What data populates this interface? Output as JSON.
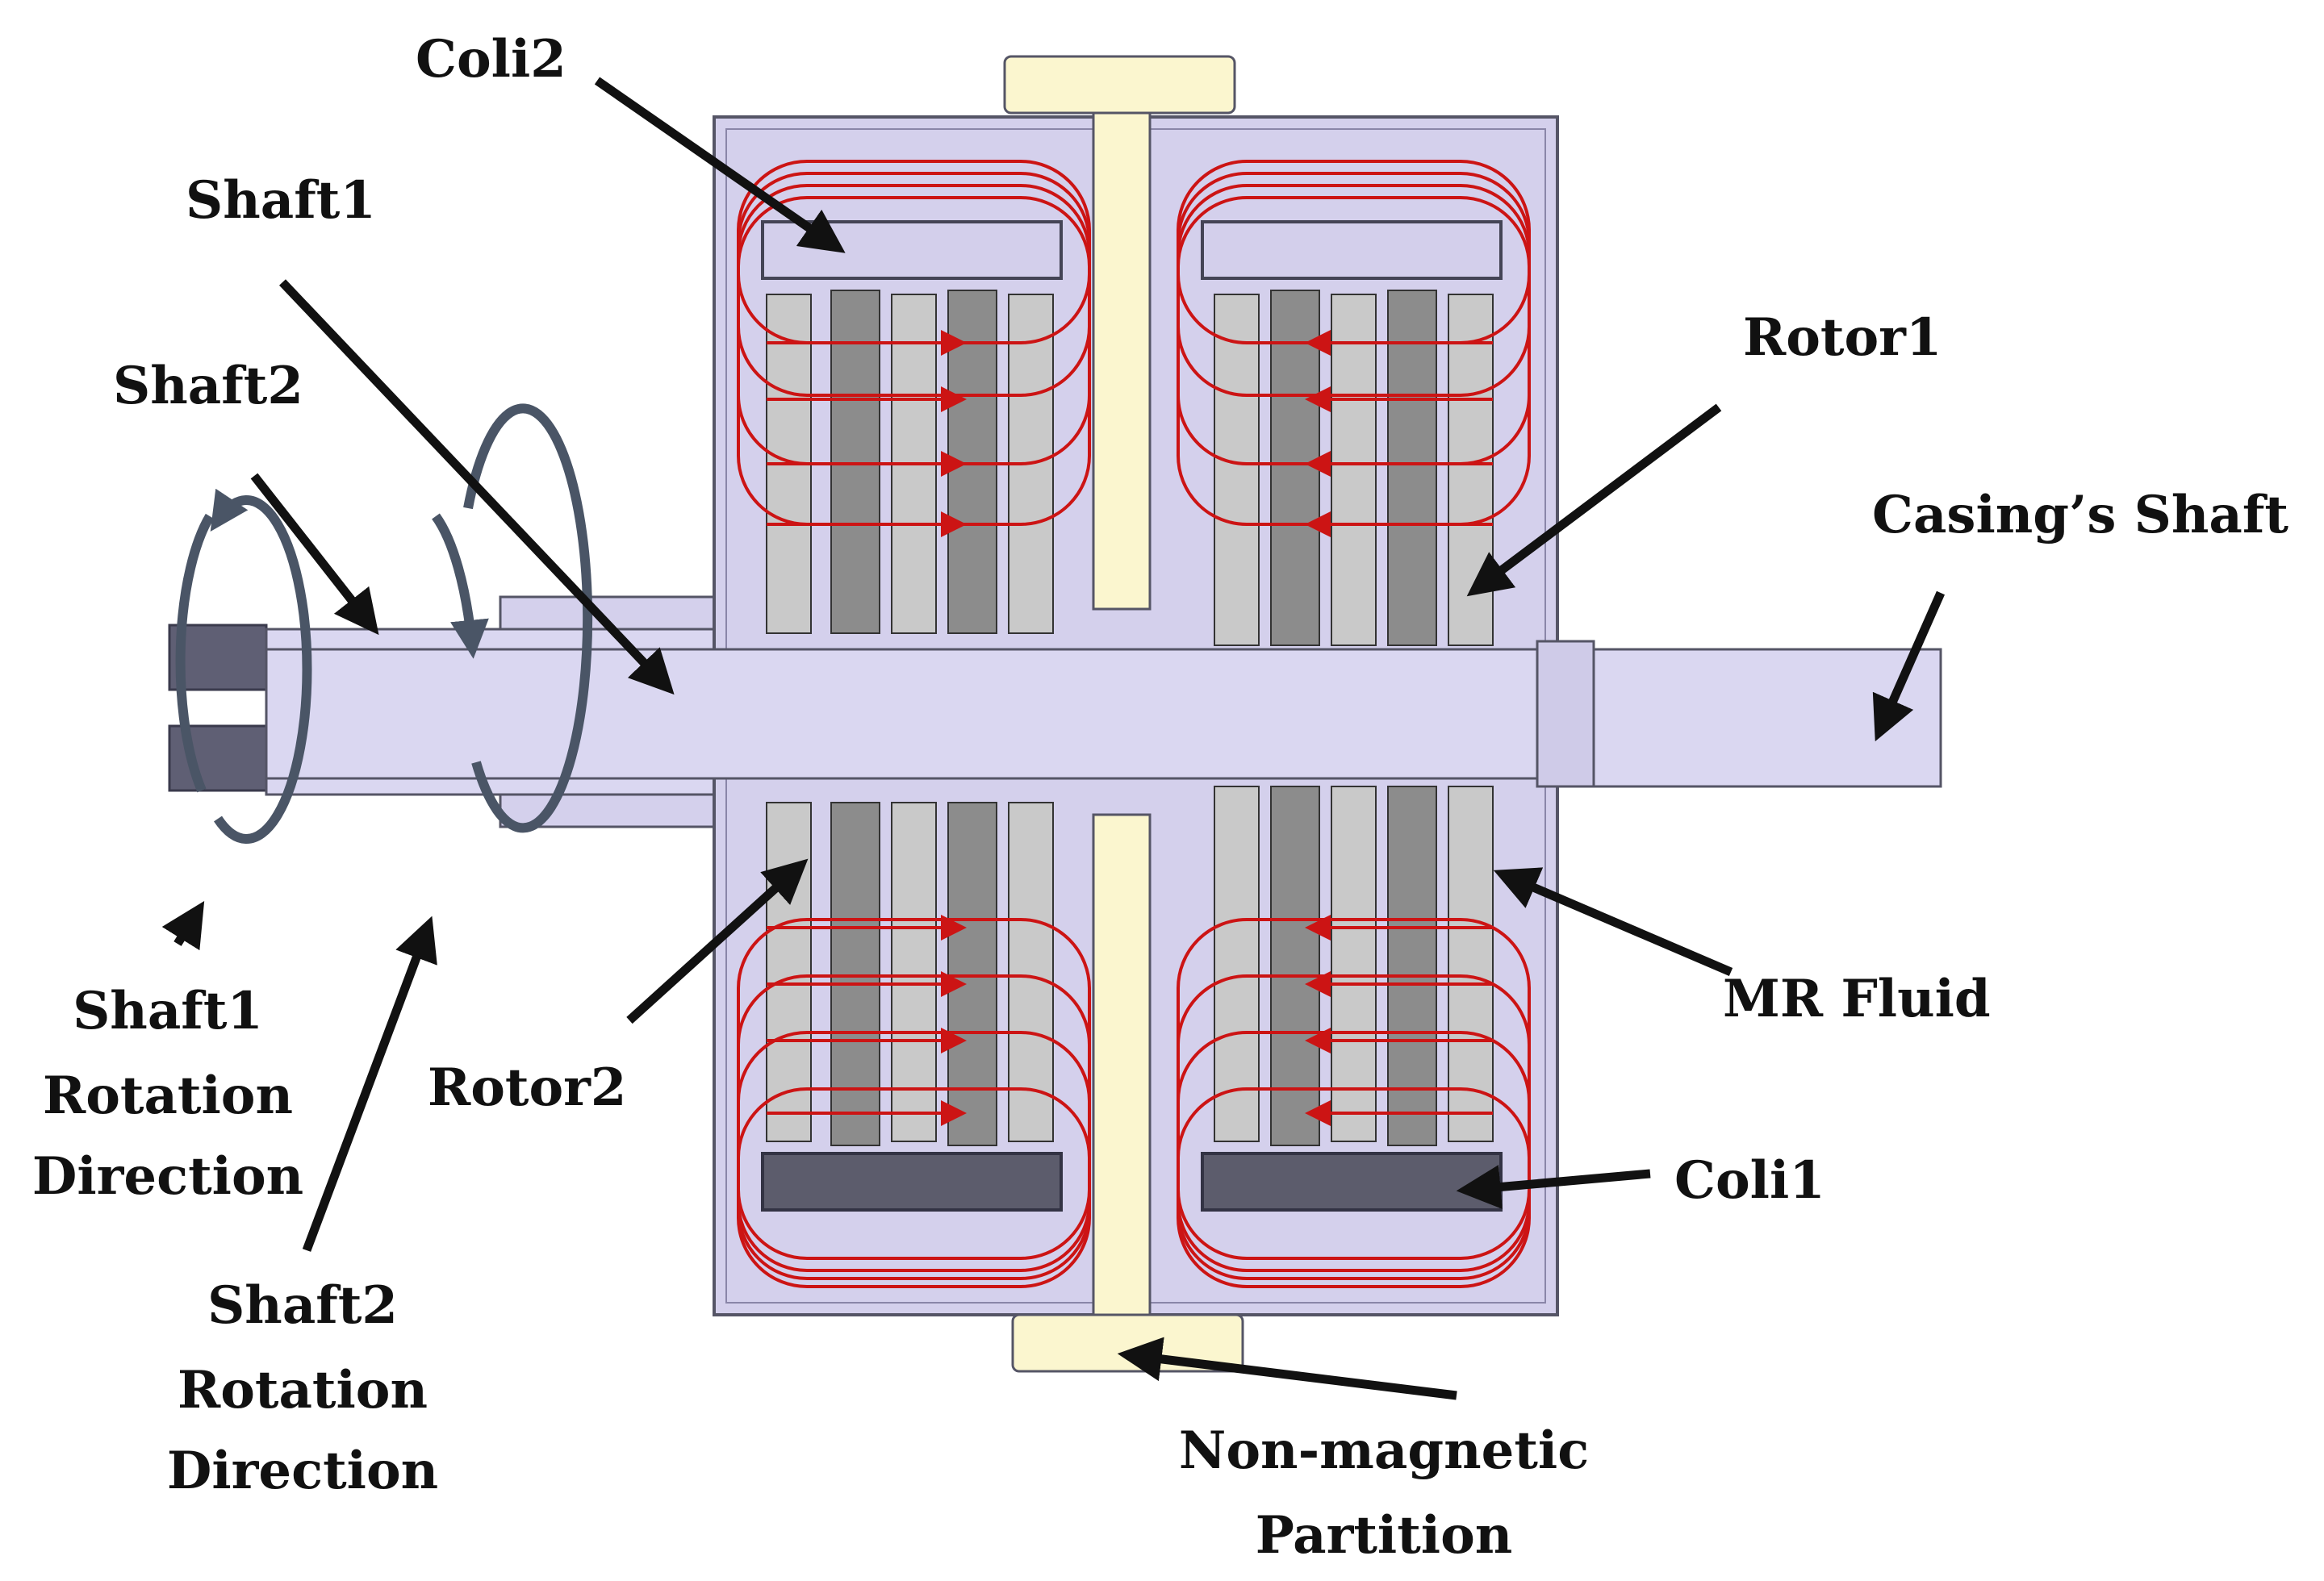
{
  "colors": {
    "casing": "#d4d0ec",
    "casing_dark": "#c7c2e4",
    "shaft": "#dad7f1",
    "rotor_light": "#c9c9c9",
    "rotor_dark": "#8c8c8c",
    "coil": "#5c5c6c",
    "coil_light": "#d3cfeb",
    "partition": "#fbf6cf",
    "flux": "#cc1414",
    "rotation_arrow": "#4a5566",
    "label": "#111111"
  },
  "labels": {
    "coil2": "Coli2",
    "shaft1": "Shaft1",
    "shaft2": "Shaft2",
    "rotor1": "Rotor1",
    "casings_shaft": "Casing’s Shaft",
    "mr_fluid": "MR Fluid",
    "coil1": "Coli1",
    "rotor2": "Rotor2",
    "shaft1_rotation": [
      "Shaft1",
      "Rotation",
      "Direction"
    ],
    "shaft2_rotation": [
      "Shaft2",
      "Rotation",
      "Direction"
    ],
    "partition": [
      "Non-magnetic",
      "Partition"
    ]
  },
  "icons": {
    "flux_arrow": "arrowhead-triangle",
    "rotation_arrow": "circular-arrow"
  }
}
